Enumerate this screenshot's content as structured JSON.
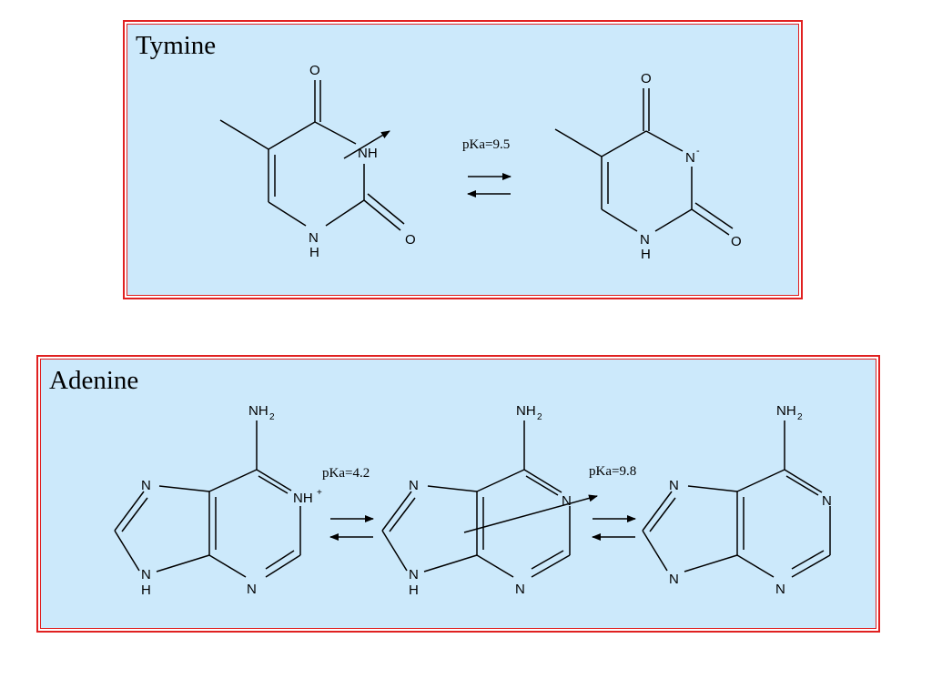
{
  "thymine": {
    "title": "Tymine",
    "pka": "pKa=9.5",
    "left": {
      "o_top": "O",
      "nh": "NH",
      "o_right": "O",
      "nh_bottom": "NH"
    },
    "right": {
      "o_top": "O",
      "n": "N",
      "charge": "-",
      "o_right": "O",
      "nh_bottom": "NH"
    }
  },
  "adenine": {
    "title": "Adenine",
    "pka1": "pKa=4.2",
    "pka2": "pKa=9.8",
    "nh2": "NH",
    "nh2_sub": "2",
    "n": "N",
    "nh_plus": "NH",
    "plus": "+",
    "nh": "NH"
  }
}
